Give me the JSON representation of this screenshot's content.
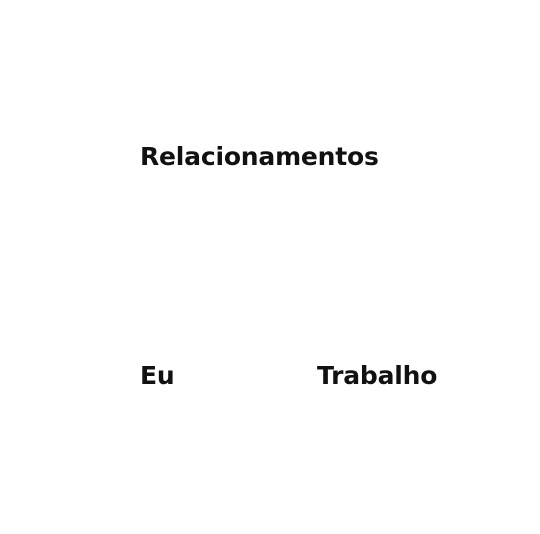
{
  "labels": {
    "relacionamentos": "Relacionamentos",
    "eu": "Eu",
    "trabalho": "Trabalho"
  },
  "colors": {
    "background": "#ffffff",
    "text": "#111111"
  }
}
